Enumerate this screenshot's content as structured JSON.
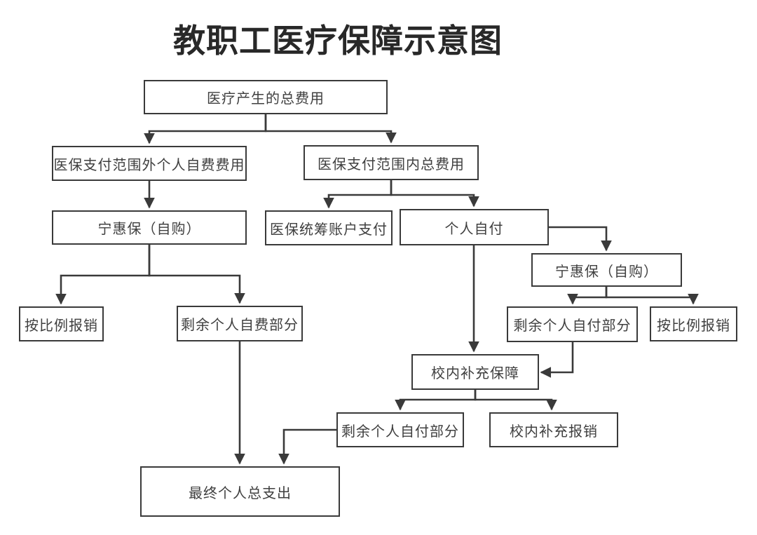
{
  "page": {
    "title": "教职工医疗保障示意图"
  },
  "flowchart": {
    "type": "flowchart",
    "nodes": [
      {
        "id": "total-cost",
        "label": "医疗产生的总费用"
      },
      {
        "id": "outside-scope",
        "label": "医保支付范围外个人自费费用"
      },
      {
        "id": "inside-scope",
        "label": "医保支付范围内总费用"
      },
      {
        "id": "ninghuibao-left",
        "label": "宁惠保（自购）"
      },
      {
        "id": "pooled-account",
        "label": "医保统筹账户支付"
      },
      {
        "id": "personal-self-pay",
        "label": "个人自付"
      },
      {
        "id": "ninghuibao-right",
        "label": "宁惠保（自购）"
      },
      {
        "id": "prorata-left",
        "label": "按比例报销"
      },
      {
        "id": "remaining-self-funded",
        "label": "剩余个人自费部分"
      },
      {
        "id": "remaining-self-pay-right",
        "label": "剩余个人自付部分"
      },
      {
        "id": "prorata-right",
        "label": "按比例报销"
      },
      {
        "id": "campus-supplement",
        "label": "校内补充保障"
      },
      {
        "id": "remaining-self-pay-bottom",
        "label": "剩余个人自付部分"
      },
      {
        "id": "campus-reimbursement",
        "label": "校内补充报销"
      },
      {
        "id": "final-total",
        "label": "最终个人总支出"
      }
    ],
    "edges": [
      {
        "from": "total-cost",
        "to": "outside-scope"
      },
      {
        "from": "total-cost",
        "to": "inside-scope"
      },
      {
        "from": "outside-scope",
        "to": "ninghuibao-left"
      },
      {
        "from": "inside-scope",
        "to": "pooled-account"
      },
      {
        "from": "inside-scope",
        "to": "personal-self-pay"
      },
      {
        "from": "ninghuibao-left",
        "to": "prorata-left"
      },
      {
        "from": "ninghuibao-left",
        "to": "remaining-self-funded"
      },
      {
        "from": "personal-self-pay",
        "to": "ninghuibao-right"
      },
      {
        "from": "personal-self-pay",
        "to": "campus-supplement"
      },
      {
        "from": "ninghuibao-right",
        "to": "remaining-self-pay-right"
      },
      {
        "from": "ninghuibao-right",
        "to": "prorata-right"
      },
      {
        "from": "remaining-self-pay-right",
        "to": "campus-supplement"
      },
      {
        "from": "campus-supplement",
        "to": "remaining-self-pay-bottom"
      },
      {
        "from": "campus-supplement",
        "to": "campus-reimbursement"
      },
      {
        "from": "remaining-self-funded",
        "to": "final-total"
      },
      {
        "from": "remaining-self-pay-bottom",
        "to": "final-total"
      }
    ],
    "colors": {
      "line": "#3a3a3a",
      "box_border": "#3a3a3a",
      "box_text": "#3f3f3f",
      "title": "#282828",
      "background": "#ffffff"
    }
  }
}
